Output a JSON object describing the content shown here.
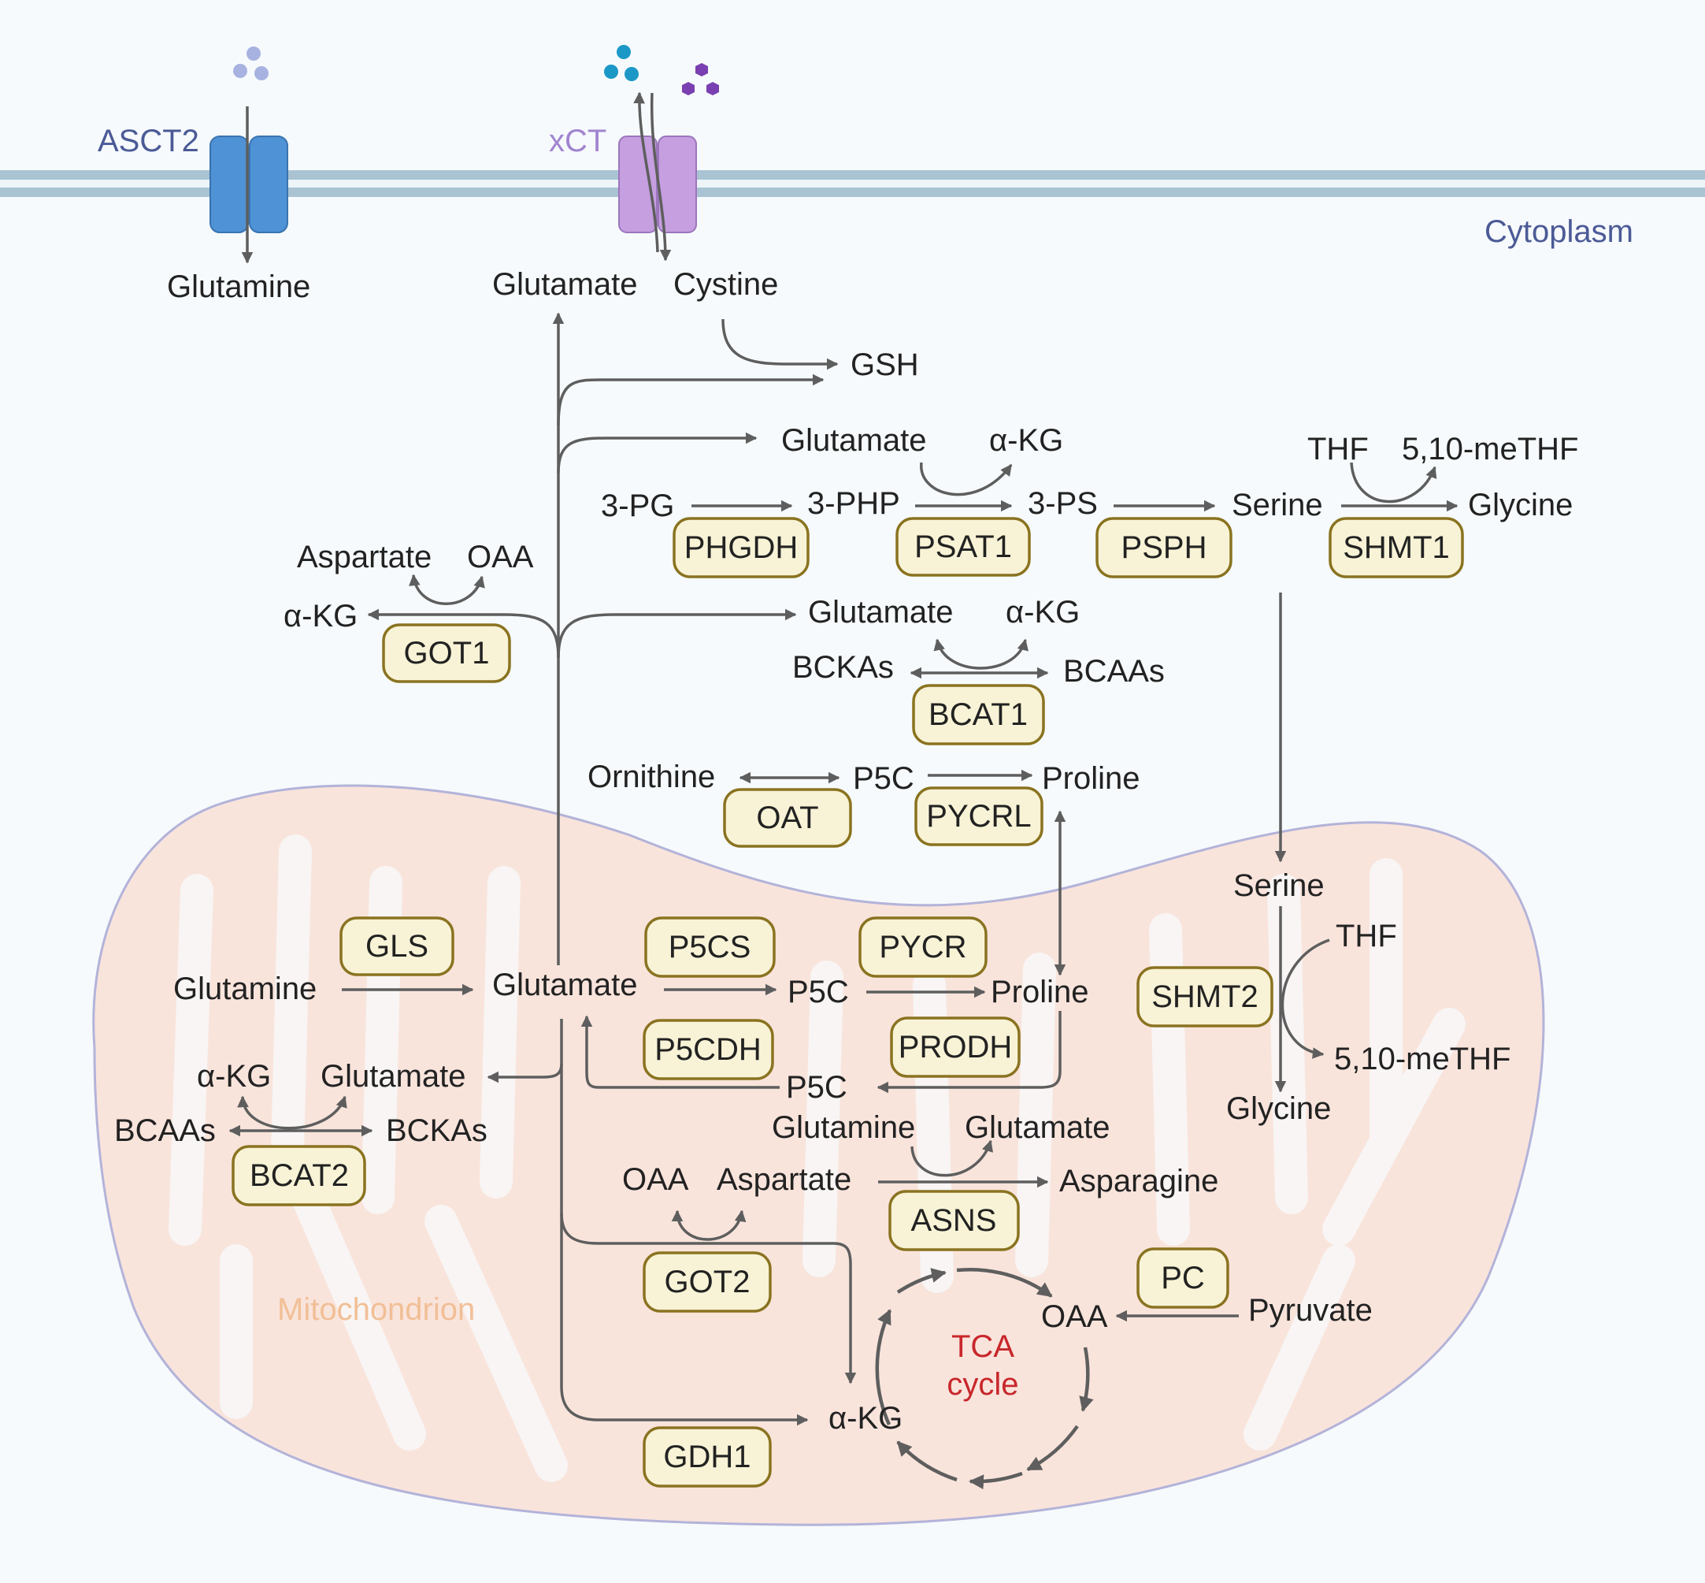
{
  "regions": {
    "cytoplasm": "Cytoplasm",
    "mitochondrion": "Mitochondrion"
  },
  "transporters": {
    "asct2": "ASCT2",
    "xct": "xCT"
  },
  "metabolites": {
    "glutamine_cyto": "Glutamine",
    "glutamate_cyto": "Glutamate",
    "cystine": "Cystine",
    "gsh": "GSH",
    "glutamate_psat": "Glutamate",
    "akg_psat": "α-KG",
    "thf_cyto": "THF",
    "methf_cyto": "5,10-meTHF",
    "pg3": "3-PG",
    "php3": "3-PHP",
    "ps3": "3-PS",
    "serine_cyto": "Serine",
    "glycine_cyto": "Glycine",
    "aspartate_cyto": "Aspartate",
    "oaa_cyto": "OAA",
    "akg_got1": "α-KG",
    "glutamate_bcat1": "Glutamate",
    "akg_bcat1": "α-KG",
    "bckas_cyto": "BCKAs",
    "bcaas_cyto": "BCAAs",
    "ornithine": "Ornithine",
    "p5c_cyto": "P5C",
    "proline_cyto": "Proline",
    "serine_mito": "Serine",
    "thf_mito": "THF",
    "methf_mito": "5,10-meTHF",
    "glycine_mito": "Glycine",
    "glutamine_mito": "Glutamine",
    "glutamate_mito": "Glutamate",
    "p5c_mito_1": "P5C",
    "proline_mito": "Proline",
    "p5c_mito_2": "P5C",
    "akg_bcat2": "α-KG",
    "glutamate_bcat2": "Glutamate",
    "bcaas_mito": "BCAAs",
    "bckas_mito": "BCKAs",
    "glutamine_asns": "Glutamine",
    "glutamate_asns": "Glutamate",
    "oaa_got2": "OAA",
    "aspartate_mito": "Aspartate",
    "asparagine": "Asparagine",
    "oaa_tca": "OAA",
    "pyruvate": "Pyruvate",
    "akg_tca": "α-KG",
    "tca_line1": "TCA",
    "tca_line2": "cycle"
  },
  "enzymes": {
    "phgdh": "PHGDH",
    "psat1": "PSAT1",
    "psph": "PSPH",
    "shmt1": "SHMT1",
    "got1": "GOT1",
    "bcat1": "BCAT1",
    "oat": "OAT",
    "pycrl": "PYCRL",
    "gls": "GLS",
    "p5cs": "P5CS",
    "pycr": "PYCR",
    "shmt2": "SHMT2",
    "p5cdh": "P5CDH",
    "prodh": "PRODH",
    "bcat2": "BCAT2",
    "asns": "ASNS",
    "got2": "GOT2",
    "pc": "PC",
    "gdh1": "GDH1"
  },
  "colors": {
    "membrane": "#a9c3d3",
    "asct2": "#4f93d6",
    "xct": "#c59fe0",
    "mito_fill": "#f9e4dc",
    "mito_cristae": "#f8f5f4",
    "mito_label": "#f1bf96",
    "cyto_label": "#4b5a96",
    "tca_label": "#c8272b",
    "enzyme_fill": "#f8f3d6",
    "enzyme_border": "#8a7320"
  }
}
